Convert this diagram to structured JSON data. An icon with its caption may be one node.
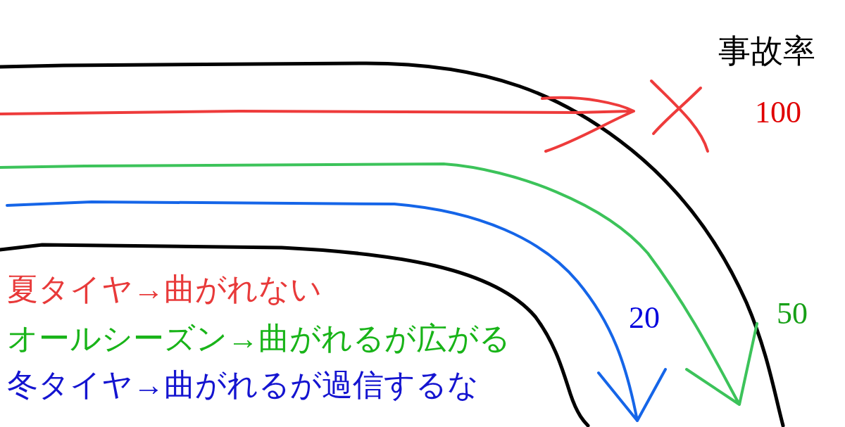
{
  "diagram": {
    "labels": [
      "事故率",
      "100",
      "20",
      "50",
      "夏タイヤ→曲がれない",
      "オールシーズン→曲がれるが広がる",
      "冬タイヤ→曲がれるが過信するな"
    ]
  }
}
